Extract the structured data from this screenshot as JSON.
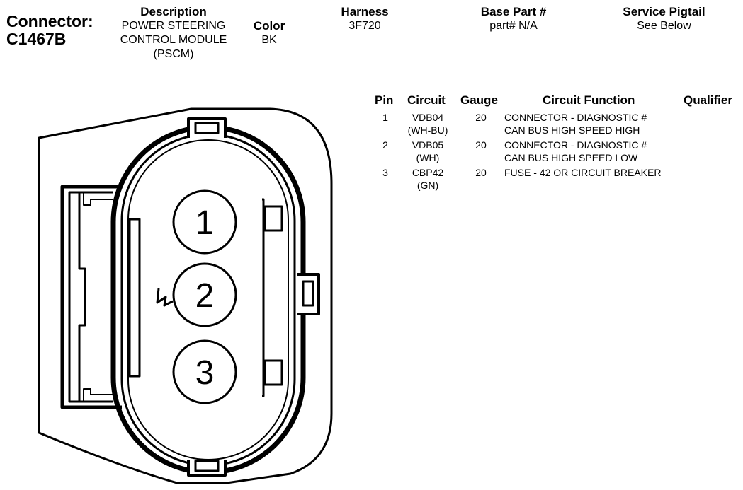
{
  "connector": {
    "label": "Connector:",
    "id": "C1467B"
  },
  "description": {
    "header": "Description",
    "lines": [
      "POWER STEERING",
      "CONTROL MODULE",
      "(PSCM)"
    ]
  },
  "color": {
    "header": "Color",
    "value": "BK"
  },
  "harness": {
    "header": "Harness",
    "value": "3F720"
  },
  "base_part": {
    "header": "Base Part #",
    "value": "part# N/A"
  },
  "service_pigtail": {
    "header": "Service Pigtail",
    "value": "See Below"
  },
  "pin_table": {
    "headers": {
      "pin": "Pin",
      "circuit": "Circuit",
      "gauge": "Gauge",
      "function": "Circuit Function",
      "qualifier": "Qualifier"
    },
    "rows": [
      {
        "pin": "1",
        "circuit": [
          "VDB04",
          "(WH-BU)"
        ],
        "gauge": "20",
        "function": [
          "CONNECTOR - DIAGNOSTIC #",
          "CAN BUS HIGH SPEED HIGH"
        ],
        "qualifier": ""
      },
      {
        "pin": "2",
        "circuit": [
          "VDB05",
          "(WH)"
        ],
        "gauge": "20",
        "function": [
          "CONNECTOR - DIAGNOSTIC #",
          "CAN BUS HIGH SPEED LOW"
        ],
        "qualifier": ""
      },
      {
        "pin": "3",
        "circuit": [
          "CBP42",
          "(GN)"
        ],
        "gauge": "20",
        "function": [
          "FUSE - 42 OR CIRCUIT BREAKER"
        ],
        "qualifier": ""
      }
    ]
  },
  "diagram": {
    "pin_labels": [
      "1",
      "2",
      "3"
    ]
  }
}
